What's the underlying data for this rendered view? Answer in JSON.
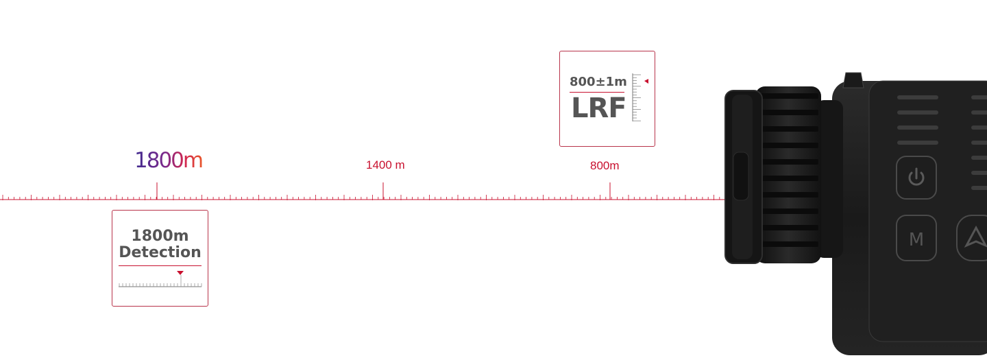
{
  "ruler": {
    "labels": {
      "far": "1800m",
      "mid": "1400 m",
      "near": "800m"
    },
    "color": "#c8102e"
  },
  "lrf_card": {
    "value": "800±1m",
    "title": "LRF"
  },
  "detection_card": {
    "line1": "1800m",
    "line2": "Detection"
  },
  "colors": {
    "accent": "#c8102e",
    "text_grey": "#555555",
    "device_body": "#1c1c1c"
  },
  "icons": [
    "power-icon",
    "m-letter-icon",
    "navigation-arrow-icon"
  ]
}
